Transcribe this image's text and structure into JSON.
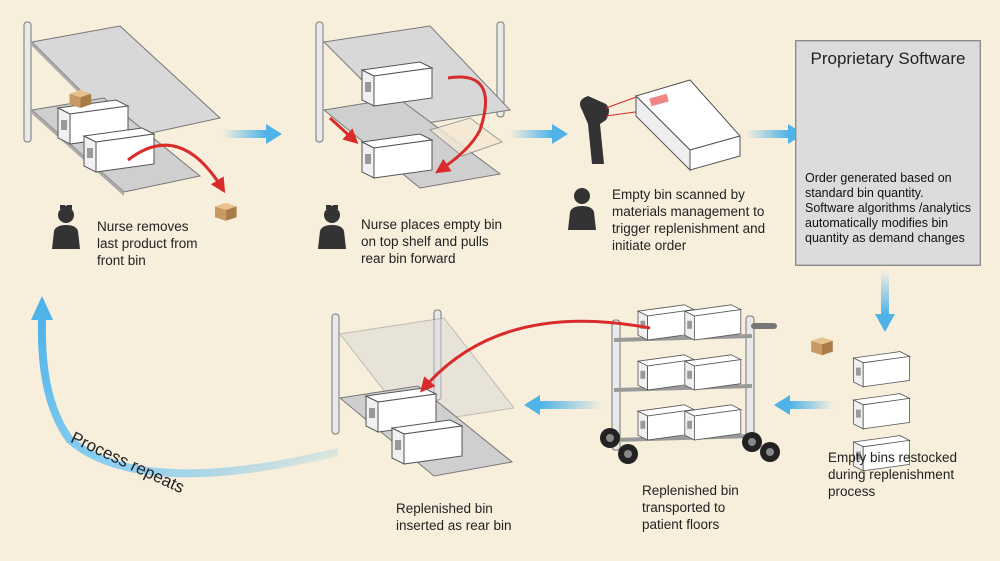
{
  "steps": [
    {
      "id": "step1",
      "lines": [
        "Nurse removes",
        "last product from",
        "front bin"
      ]
    },
    {
      "id": "step2",
      "lines": [
        "Nurse places empty bin",
        "on top shelf and pulls",
        "rear bin forward"
      ]
    },
    {
      "id": "step3",
      "lines": [
        "Empty bin scanned by",
        "materials management to",
        "trigger replenishment and",
        "initiate order"
      ]
    },
    {
      "id": "step5",
      "lines": [
        "Empty bins restocked",
        "during replenishment",
        "process"
      ]
    },
    {
      "id": "step6",
      "lines": [
        "Replenished bin",
        "transported to",
        "patient floors"
      ]
    },
    {
      "id": "step7",
      "lines": [
        "Replenished bin",
        "inserted as rear bin"
      ]
    }
  ],
  "software": {
    "title": "Proprietary Software",
    "lines": [
      "Order generated based on",
      "standard bin quantity.",
      "Software algorithms /analytics",
      "automatically modifies bin",
      "quantity as demand changes"
    ]
  },
  "cycle_label": "Process repeats",
  "colors": {
    "background": "#f7efdc",
    "arrow_red": "#d92b2b",
    "arrow_blue": "#4fb3e8",
    "shelf": "#c9c9c9",
    "box": "#c79a63",
    "folder": "#c8a676"
  },
  "icons": [
    "nurse-icon",
    "scanner-icon",
    "folder-clock-icon",
    "cart-icon"
  ]
}
